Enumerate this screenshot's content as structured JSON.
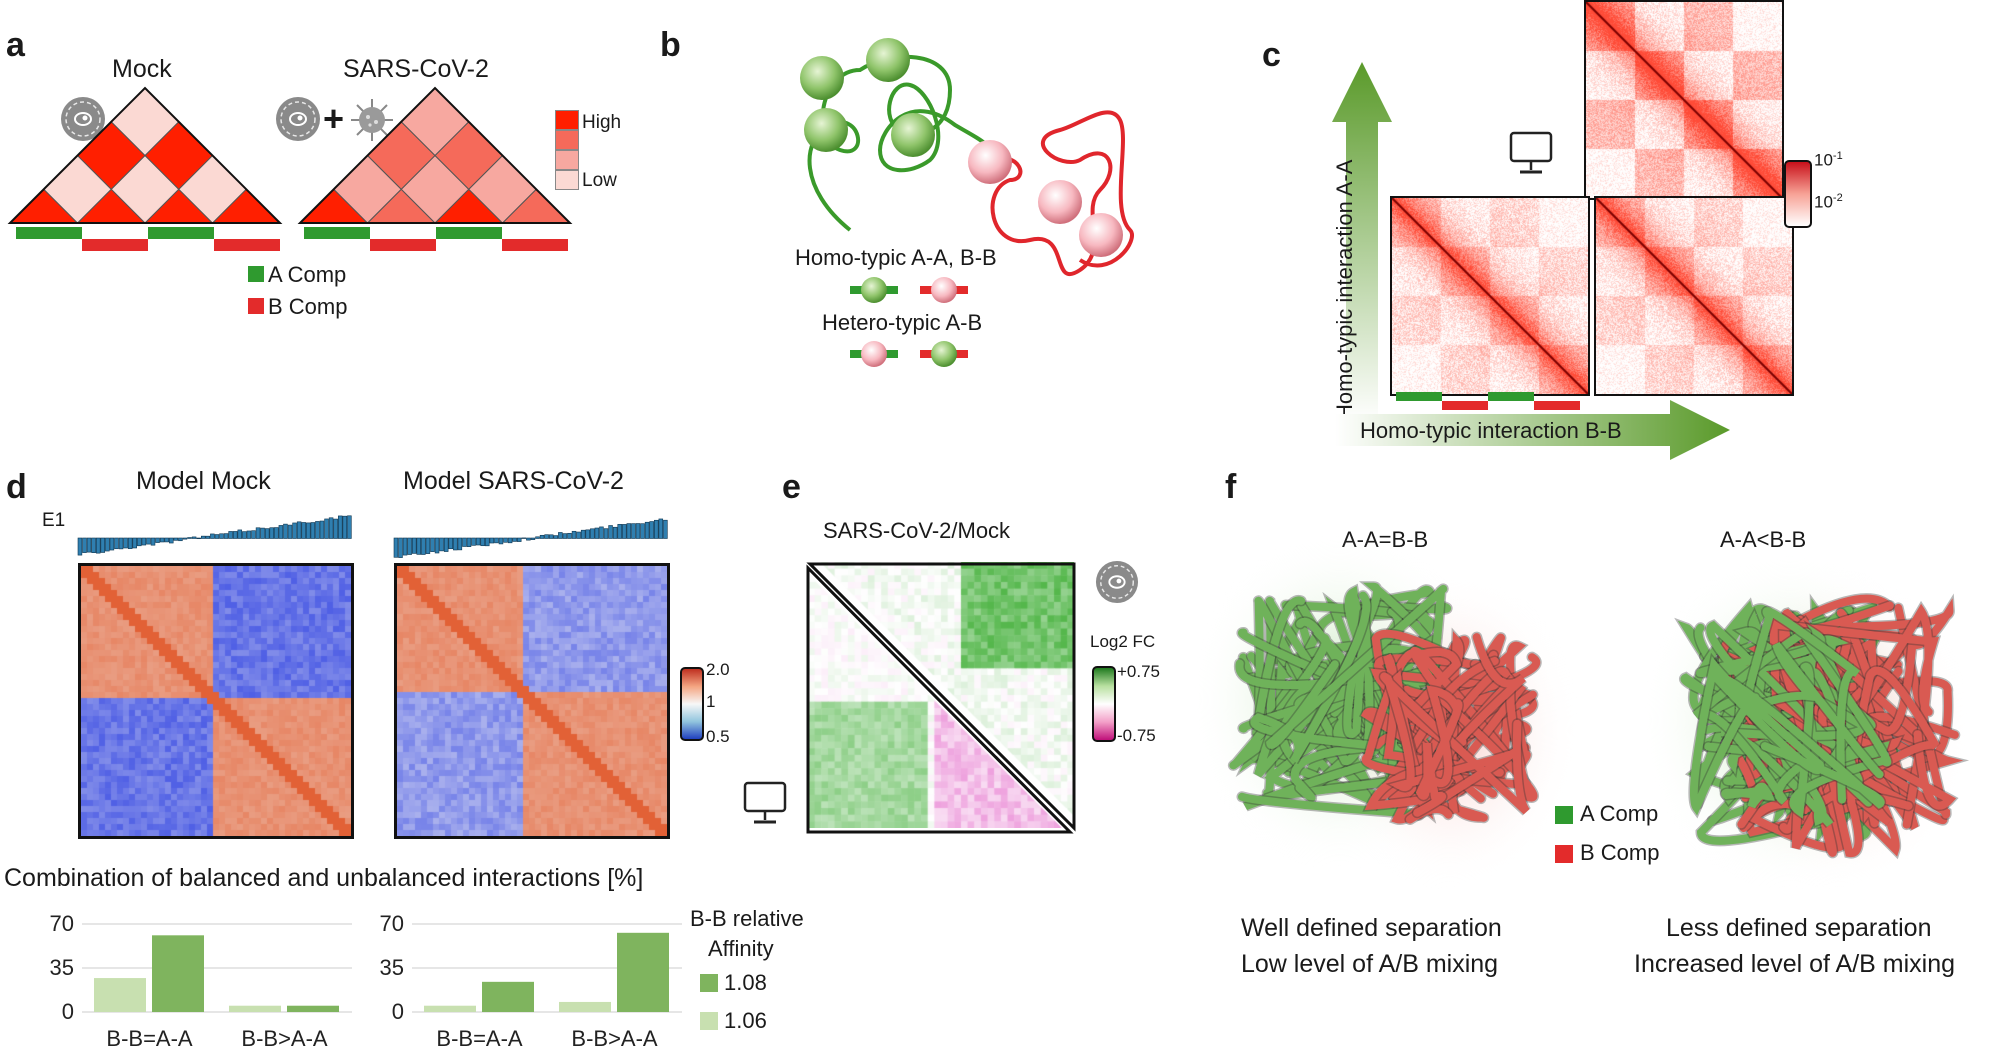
{
  "panels": {
    "a": {
      "letter": "a",
      "mock_title": "Mock",
      "sars_title": "SARS-CoV-2",
      "plus": "+",
      "legend_scale": [
        "High",
        "Low"
      ],
      "legend_a": "A Comp",
      "legend_b": "B Comp",
      "colors": {
        "high": "#ff1f00",
        "mid1": "#f56a5a",
        "mid2": "#f7a8a0",
        "low": "#fbd9d3",
        "a_comp": "#2f9a2f",
        "b_comp": "#e32b2b"
      }
    },
    "b": {
      "letter": "b",
      "homotypic": "Homo-typic A-A, B-B",
      "heterotypic": "Hetero-typic A-B"
    },
    "c": {
      "letter": "c",
      "y_axis": "Homo-typic interaction A-A",
      "x_axis": "Homo-typic interaction B-B",
      "scale_top": "10",
      "scale_top_exp": "-1",
      "scale_bottom": "10",
      "scale_bottom_exp": "-2"
    },
    "d": {
      "letter": "d",
      "mock_title": "Model Mock",
      "sars_title": "Model SARS-CoV-2",
      "e1_label": "E1",
      "scale": [
        "2.0",
        "1",
        "0.5"
      ],
      "bar_section_title": "Combination of balanced and unbalanced interactions [%]",
      "legend_title_1": "B-B relative",
      "legend_title_2": "Affinity",
      "legend_items": [
        "1.08",
        "1.06"
      ]
    },
    "e": {
      "letter": "e",
      "title": "SARS-CoV-2/Mock",
      "scale_title": "Log2 FC",
      "scale": [
        "+0.75",
        "-0.75"
      ]
    },
    "f": {
      "letter": "f",
      "left_title": "A-A=B-B",
      "right_title": "A-A<B-B",
      "legend_a": "A Comp",
      "legend_b": "B Comp",
      "left_caption_1": "Well defined separation",
      "left_caption_2": "Low level of A/B mixing",
      "right_caption_1": "Less defined separation",
      "right_caption_2": "Increased level of A/B mixing"
    }
  },
  "chart_data": [
    {
      "type": "bar",
      "categories": [
        "B-B=A-A",
        "B-B>A-A"
      ],
      "ylim": [
        0,
        70
      ],
      "yticks": [
        "70",
        "35",
        "0"
      ],
      "series": [
        {
          "name": "1.06",
          "color": "#c8e0b0",
          "values": [
            27,
            5
          ]
        },
        {
          "name": "1.08",
          "color": "#7fb45e",
          "values": [
            61,
            5
          ]
        }
      ]
    },
    {
      "type": "bar",
      "categories": [
        "B-B=A-A",
        "B-B>A-A"
      ],
      "ylim": [
        0,
        70
      ],
      "yticks": [
        "70",
        "35",
        "0"
      ],
      "series": [
        {
          "name": "1.06",
          "color": "#c8e0b0",
          "values": [
            5,
            8
          ]
        },
        {
          "name": "1.08",
          "color": "#7fb45e",
          "values": [
            24,
            63
          ]
        }
      ]
    }
  ]
}
